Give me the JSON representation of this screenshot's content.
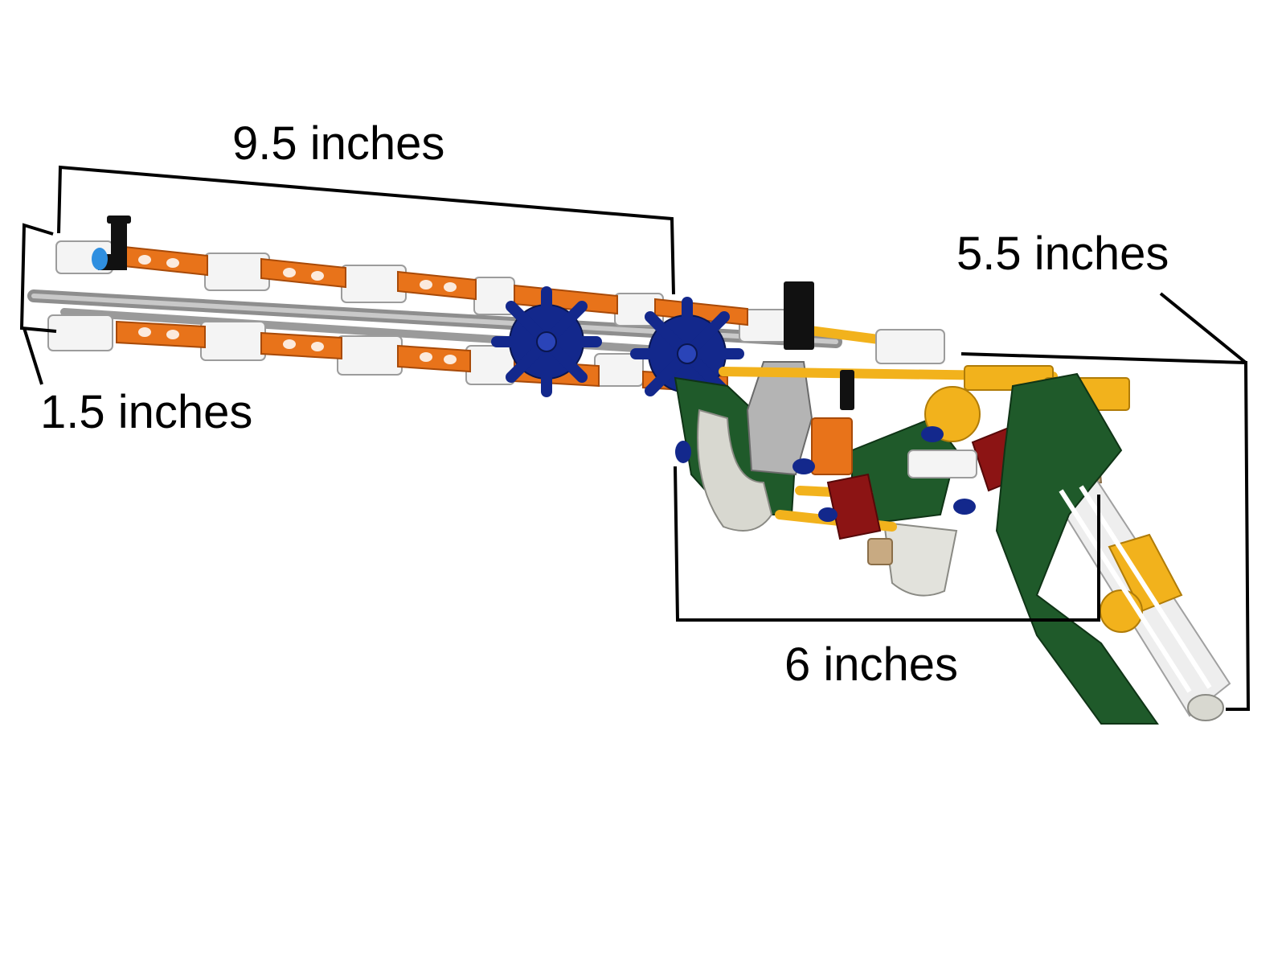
{
  "dimensions": {
    "barrel_length": "9.5 inches",
    "barrel_height": "1.5 inches",
    "overall_height": "5.5 inches",
    "grip_length": "6 inches"
  },
  "colors": {
    "orange": "#e8731a",
    "white_piece": "#f2f2f2",
    "grey": "#a8a8a8",
    "navy": "#13288c",
    "green": "#1f5a2a",
    "yellow": "#f2b21c",
    "red": "#8c1414",
    "black": "#111111",
    "tan": "#c8aa82",
    "light_blue": "#2f8fe0"
  },
  "illustration": "K'NEX rifle model"
}
